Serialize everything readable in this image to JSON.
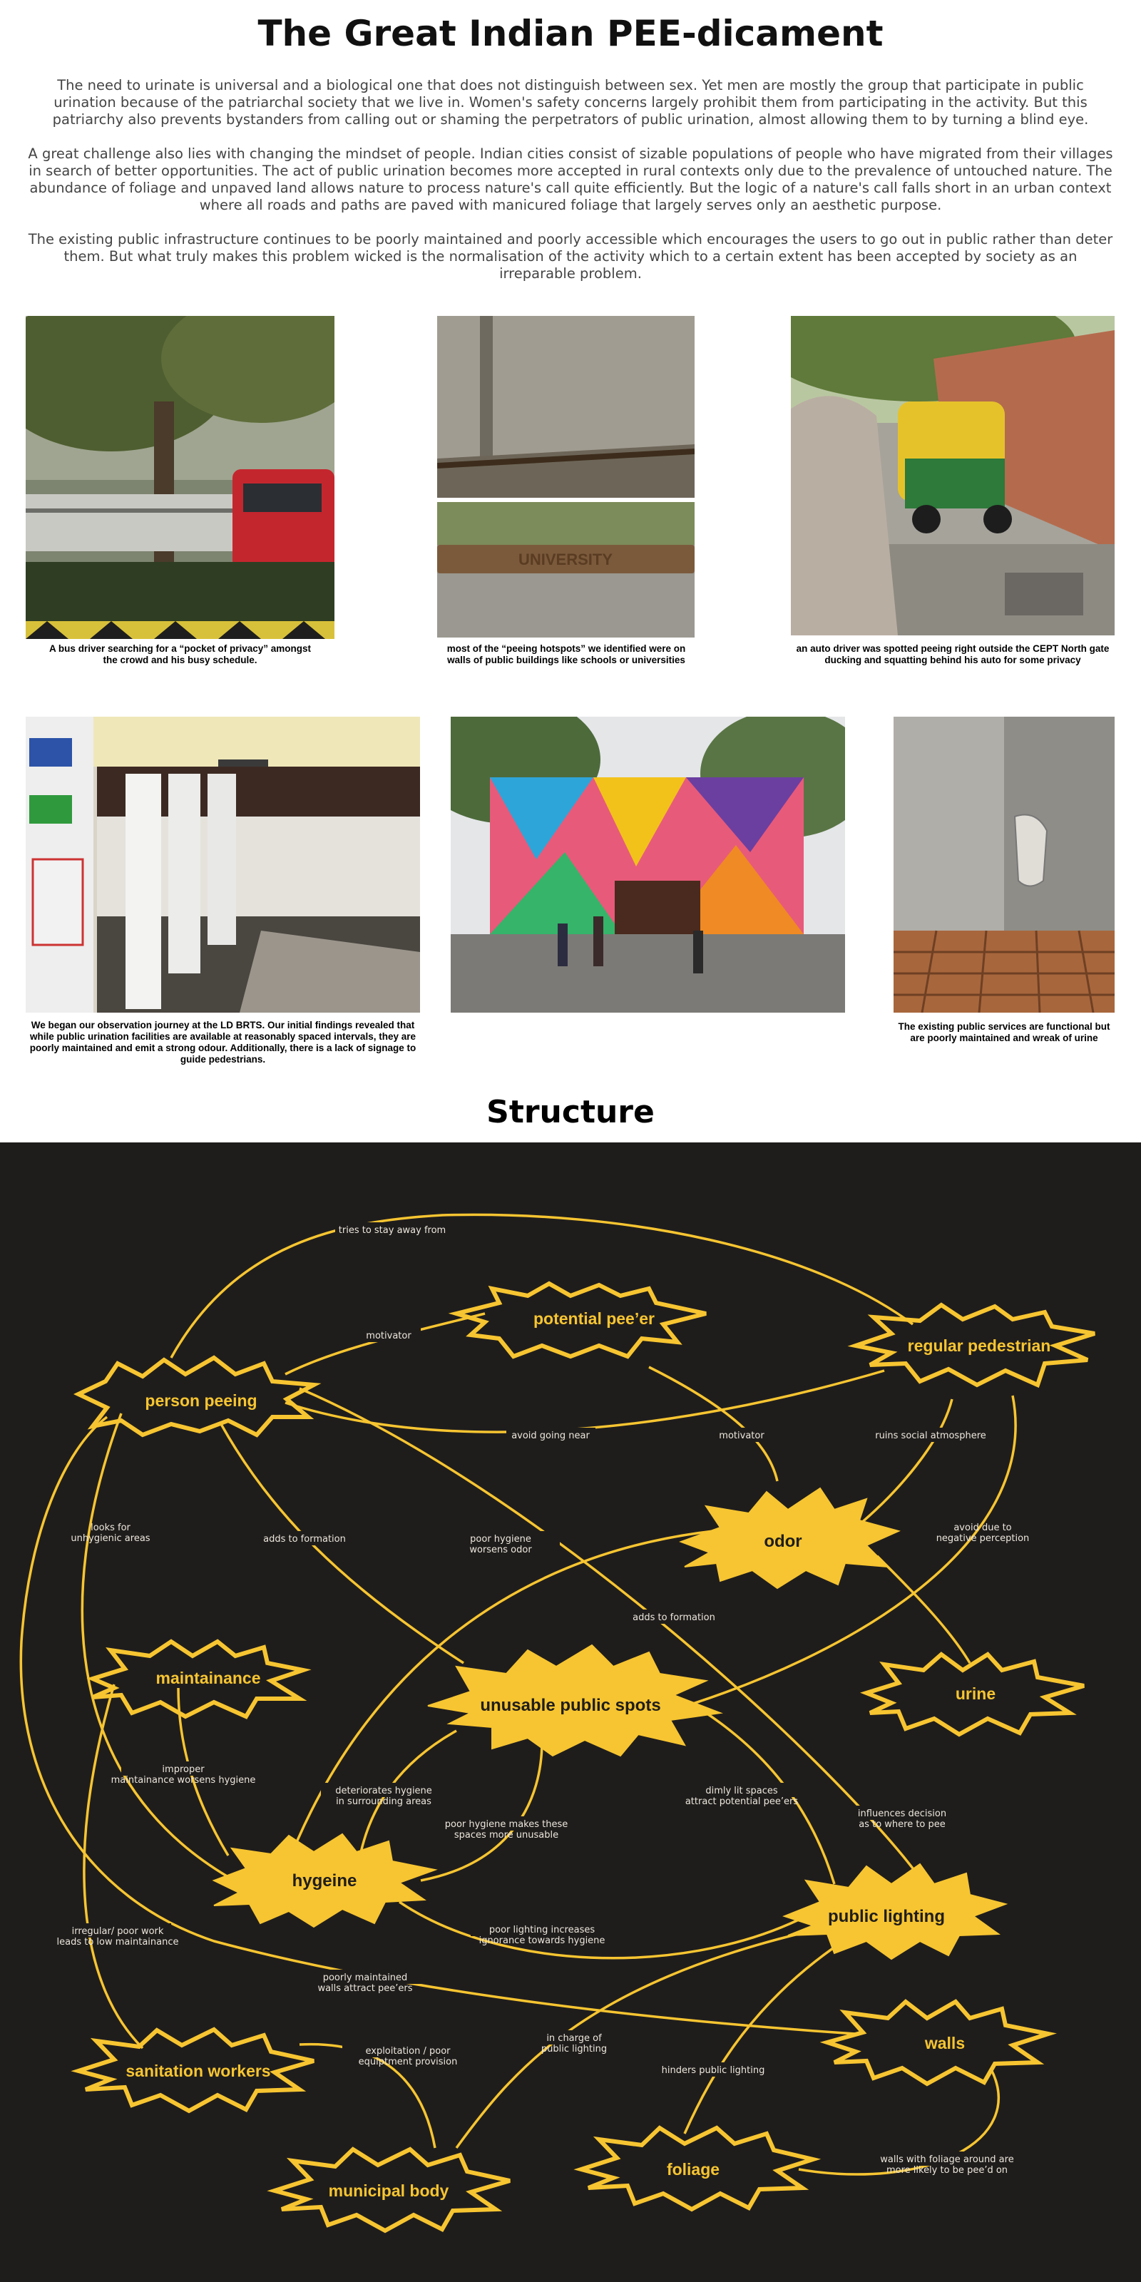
{
  "header": {
    "title": "The Great Indian PEE-dicament",
    "paragraphs": [
      "The need to urinate is universal and a biological one that does not distinguish between sex. Yet men are mostly the group that participate in public urination because of the patriarchal society that we live in. Women's safety concerns largely prohibit them from participating in the activity. But this patriarchy also prevents bystanders from calling out or shaming the perpetrators of public urination, almost allowing them to by turning a blind eye.",
      "A great challenge also lies with changing the mindset of people. Indian cities consist of sizable populations of people who have migrated from their villages in search of better opportunities. The act of public urination becomes more accepted in rural contexts only due to the prevalence of untouched nature. The abundance of foliage and unpaved land allows nature to process nature's call quite efficiently. But the logic of a nature's call falls short in an urban context where all roads and paths are paved with manicured foliage that largely serves only an aesthetic purpose.",
      "The existing public infrastructure continues to be poorly maintained and poorly accessible which encourages the users to go out in public rather than deter them. But what truly makes this problem wicked is the normalisation of the activity which to a certain extent has been accepted by society as an irreparable problem."
    ]
  },
  "gallery": {
    "photos": [
      {
        "id": "photo-bus",
        "caption": "A bus driver searching for a “pocket of privacy” amongst the crowd and his busy schedule."
      },
      {
        "id": "photo-wall",
        "caption": "most of the “peeing hotspots” we identified were on walls of public buildings like schools or universities",
        "sign_text": "UNIVERSITY"
      },
      {
        "id": "photo-auto",
        "caption": "an auto driver was spotted peeing right outside the CEPT North gate ducking and squatting behind his auto for some privacy"
      },
      {
        "id": "photo-brts",
        "caption": "We began our observation journey at the LD BRTS. Our initial findings revealed that while public urination facilities are available at reasonably spaced intervals, they are poorly maintained and emit a strong odour. Additionally, there is a lack of signage to guide pedestrians."
      },
      {
        "id": "photo-mural",
        "caption": ""
      },
      {
        "id": "photo-urinal",
        "caption": "The existing public services are functional but are poorly maintained and wreak of urine"
      }
    ]
  },
  "structure": {
    "title": "Structure",
    "colors": {
      "background": "#1f1d1c",
      "accent": "#f7c531",
      "edge_text": "#ece7dc"
    },
    "nodes": [
      {
        "id": "person-peeing",
        "label": "person peeing",
        "style": "outline"
      },
      {
        "id": "potential-peeer",
        "label": "potential pee’er",
        "style": "outline"
      },
      {
        "id": "regular-pedestrian",
        "label": "regular pedestrian",
        "style": "outline"
      },
      {
        "id": "odor",
        "label": "odor",
        "style": "filled"
      },
      {
        "id": "maintainance",
        "label": "maintainance",
        "style": "outline"
      },
      {
        "id": "unusable-public-spots",
        "label": "unusable public spots",
        "style": "filled"
      },
      {
        "id": "urine",
        "label": "urine",
        "style": "outline"
      },
      {
        "id": "hygeine",
        "label": "hygeine",
        "style": "filled"
      },
      {
        "id": "public-lighting",
        "label": "public lighting",
        "style": "filled"
      },
      {
        "id": "walls",
        "label": "walls",
        "style": "outline"
      },
      {
        "id": "sanitation-workers",
        "label": "sanitation workers",
        "style": "outline"
      },
      {
        "id": "municipal-body",
        "label": "municipal body",
        "style": "outline"
      },
      {
        "id": "foliage",
        "label": "foliage",
        "style": "outline"
      }
    ],
    "edge_labels": [
      "tries to stay away from",
      "motivator",
      "avoid going near",
      "motivator",
      "ruins social atmosphere",
      "looks for unhygienic areas",
      "adds to formation",
      "poor hygiene worsens odor",
      "avoid due to negative perception",
      "adds to formation",
      "improper maintainance worsens hygiene",
      "deteriorates hygiene in surrounding areas",
      "poor hygiene makes these spaces more unusable",
      "dimly lit spaces attract potential pee’ers",
      "influences decision as to where to pee",
      "irregular/ poor work leads to low maintainance",
      "poor lighting increases ignorance towards hygiene",
      "poorly maintained walls attract pee’ers",
      "exploitation / poor equiptment provision",
      "in charge of public lighting",
      "hinders public lighting",
      "walls with foliage around are more likely to be pee’d on"
    ]
  }
}
